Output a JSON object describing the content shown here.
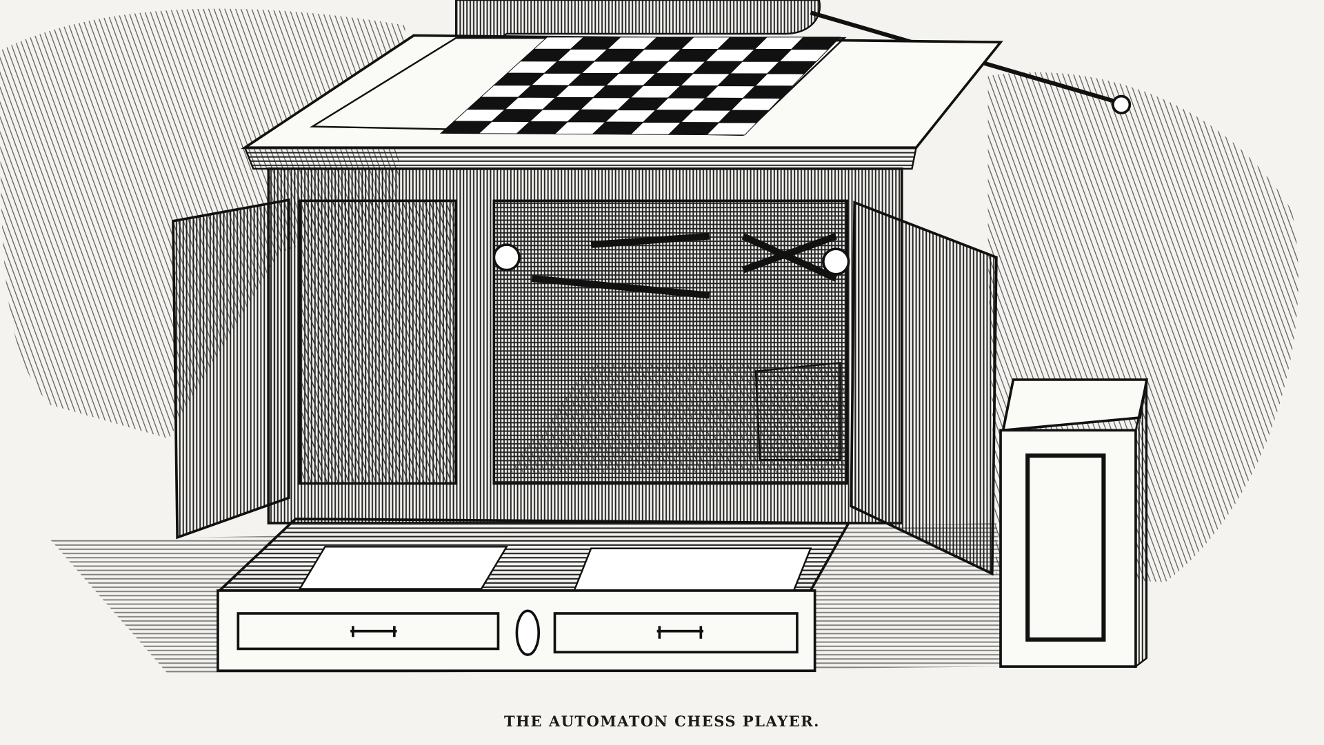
{
  "caption": "THE AUTOMATON CHESS PLAYER.",
  "colors": {
    "paper": "#f4f3ef",
    "ink": "#1a1a1a",
    "shade": "#8a8a88"
  },
  "chessboard": {
    "rows": 8,
    "cols": 8
  }
}
